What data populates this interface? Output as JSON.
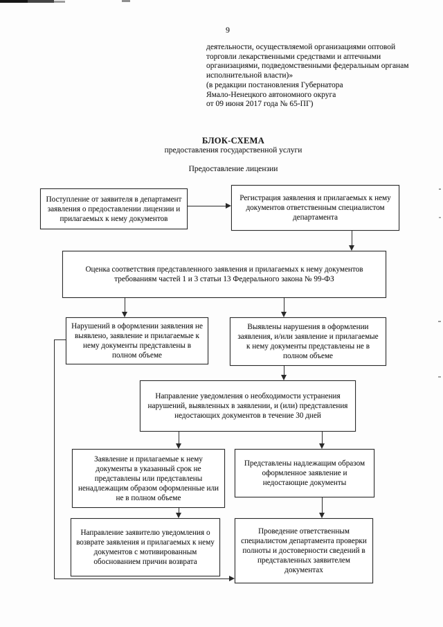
{
  "page": {
    "number": "9",
    "intro_lines": [
      "деятельности, осуществляемой организациями оптовой",
      "торговли лекарственными средствами и аптечными",
      "организациями, подведомственными федеральным органам",
      "исполнительной власти)»",
      "(в редакции постановления Губернатора",
      "Ямало-Ненецкого автономного округа",
      "от 09 июня 2017 года № 65-ПГ)"
    ],
    "heading": {
      "title": "БЛОК-СХЕМА",
      "subtitle": "предоставления государственной услуги",
      "section": "Предоставление лицензии"
    }
  },
  "flowchart": {
    "boxes": [
      "Поступление от заявителя в департамент заявления о предоставлении лицензии и прилагаемых к нему документов",
      "Регистрация заявления и прилагаемых к нему документов ответственным специалистом департамента",
      "Оценка соответствия представленного заявления и прилагаемых к нему документов требованиям частей 1 и 3 статьи 13 Федерального закона № 99-ФЗ",
      "Нарушений в оформлении заявления не выявлено, заявление и прилагаемые к нему документы представлены в полном объеме",
      "Выявлены нарушения в оформлении заявления, и/или заявление и прилагаемые к нему документы представлены не в полном объеме",
      "Направление уведомления о необходимости устранения нарушений, выявленных в заявлении, и (или) представления недостающих документов в течение 30 дней",
      "Заявление и прилагаемые к нему документы в указанный срок не представлены или представлены ненадлежащим образом оформленные или не в полном объеме",
      "Представлены надлежащим образом оформленное заявление и недостающие документы",
      "Направление заявителю уведомления о возврате заявления и прилагаемых к нему документов с мотивированным обоснованием причин возврата",
      "Проведение ответственным специалистом департамента проверки полноты и достоверности сведений в представленных заявителем документах"
    ]
  },
  "colors": {
    "ink": "#1f1f1f",
    "paper": "#fdfdfd",
    "line": "#2a2a2a"
  }
}
